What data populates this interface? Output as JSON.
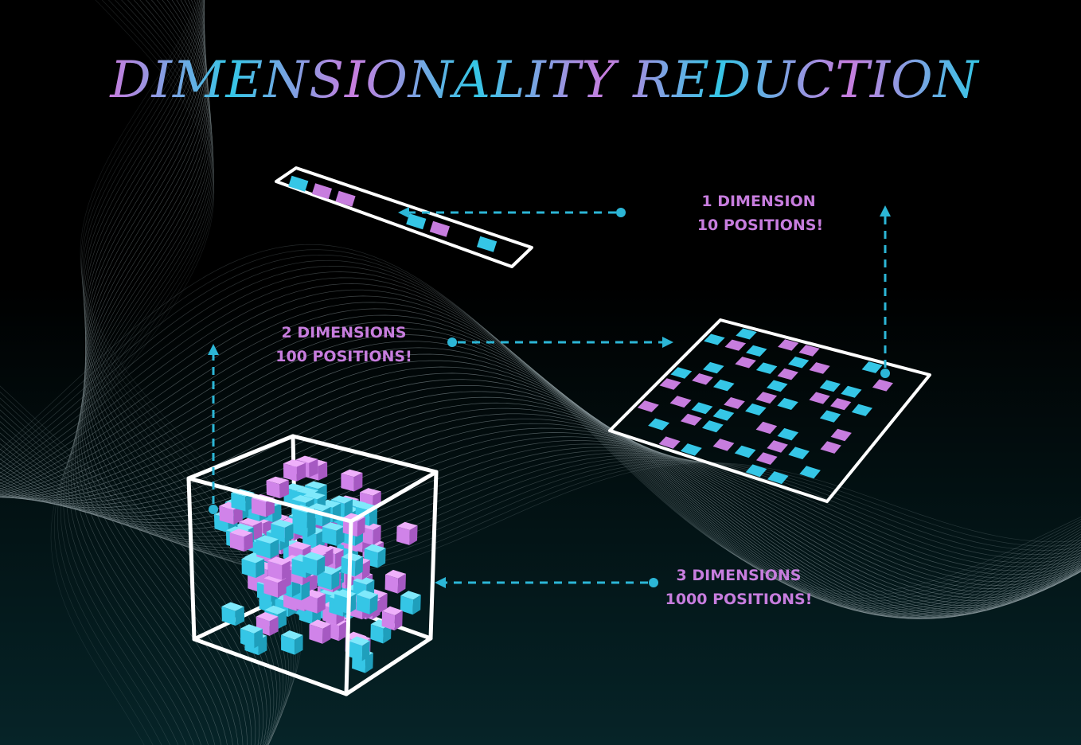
{
  "title": "DIMENSIONALITY REDUCTION",
  "colors": {
    "background": "#000000",
    "cyan": "#35c6e6",
    "purple": "#c77dde",
    "frame": "#ffffff",
    "arrow": "#2cb6d6",
    "wave": "#8c9a9e"
  },
  "labels": {
    "one_d": {
      "line1": "1 DIMENSION",
      "line2": "10 POSITIONS!"
    },
    "two_d": {
      "line1": "2 DIMENSIONS",
      "line2": "100 POSITIONS!"
    },
    "three_d": {
      "line1": "3 DIMENSIONS",
      "line2": "1000 POSITIONS!"
    }
  },
  "strip_cells": [
    {
      "index": 1,
      "color": "cyan"
    },
    {
      "index": 2,
      "color": "purple"
    },
    {
      "index": 3,
      "color": "purple"
    },
    {
      "index": 6,
      "color": "cyan"
    },
    {
      "index": 7,
      "color": "purple"
    },
    {
      "index": 9,
      "color": "cyan"
    }
  ],
  "grid_cells": [
    [
      0,
      1,
      "cyan"
    ],
    [
      0,
      3,
      "purple"
    ],
    [
      0,
      4,
      "purple"
    ],
    [
      0,
      7,
      "cyan"
    ],
    [
      1,
      0,
      "cyan"
    ],
    [
      1,
      1,
      "purple"
    ],
    [
      1,
      2,
      "cyan"
    ],
    [
      1,
      4,
      "cyan"
    ],
    [
      1,
      5,
      "purple"
    ],
    [
      1,
      8,
      "purple"
    ],
    [
      2,
      2,
      "purple"
    ],
    [
      2,
      3,
      "cyan"
    ],
    [
      2,
      4,
      "purple"
    ],
    [
      2,
      6,
      "cyan"
    ],
    [
      2,
      7,
      "cyan"
    ],
    [
      3,
      1,
      "cyan"
    ],
    [
      3,
      4,
      "cyan"
    ],
    [
      3,
      6,
      "purple"
    ],
    [
      3,
      7,
      "purple"
    ],
    [
      3,
      8,
      "cyan"
    ],
    [
      4,
      0,
      "cyan"
    ],
    [
      4,
      1,
      "purple"
    ],
    [
      4,
      2,
      "cyan"
    ],
    [
      4,
      4,
      "purple"
    ],
    [
      4,
      5,
      "cyan"
    ],
    [
      4,
      7,
      "cyan"
    ],
    [
      5,
      0,
      "purple"
    ],
    [
      5,
      3,
      "purple"
    ],
    [
      5,
      4,
      "cyan"
    ],
    [
      5,
      8,
      "purple"
    ],
    [
      6,
      1,
      "purple"
    ],
    [
      6,
      2,
      "cyan"
    ],
    [
      6,
      3,
      "cyan"
    ],
    [
      6,
      5,
      "purple"
    ],
    [
      6,
      6,
      "cyan"
    ],
    [
      6,
      8,
      "purple"
    ],
    [
      7,
      0,
      "purple"
    ],
    [
      7,
      2,
      "purple"
    ],
    [
      7,
      3,
      "cyan"
    ],
    [
      7,
      6,
      "purple"
    ],
    [
      7,
      7,
      "cyan"
    ],
    [
      8,
      1,
      "cyan"
    ],
    [
      8,
      4,
      "purple"
    ],
    [
      8,
      5,
      "cyan"
    ],
    [
      8,
      6,
      "purple"
    ],
    [
      8,
      8,
      "cyan"
    ],
    [
      9,
      2,
      "purple"
    ],
    [
      9,
      3,
      "cyan"
    ],
    [
      9,
      6,
      "cyan"
    ],
    [
      9,
      7,
      "cyan"
    ]
  ]
}
